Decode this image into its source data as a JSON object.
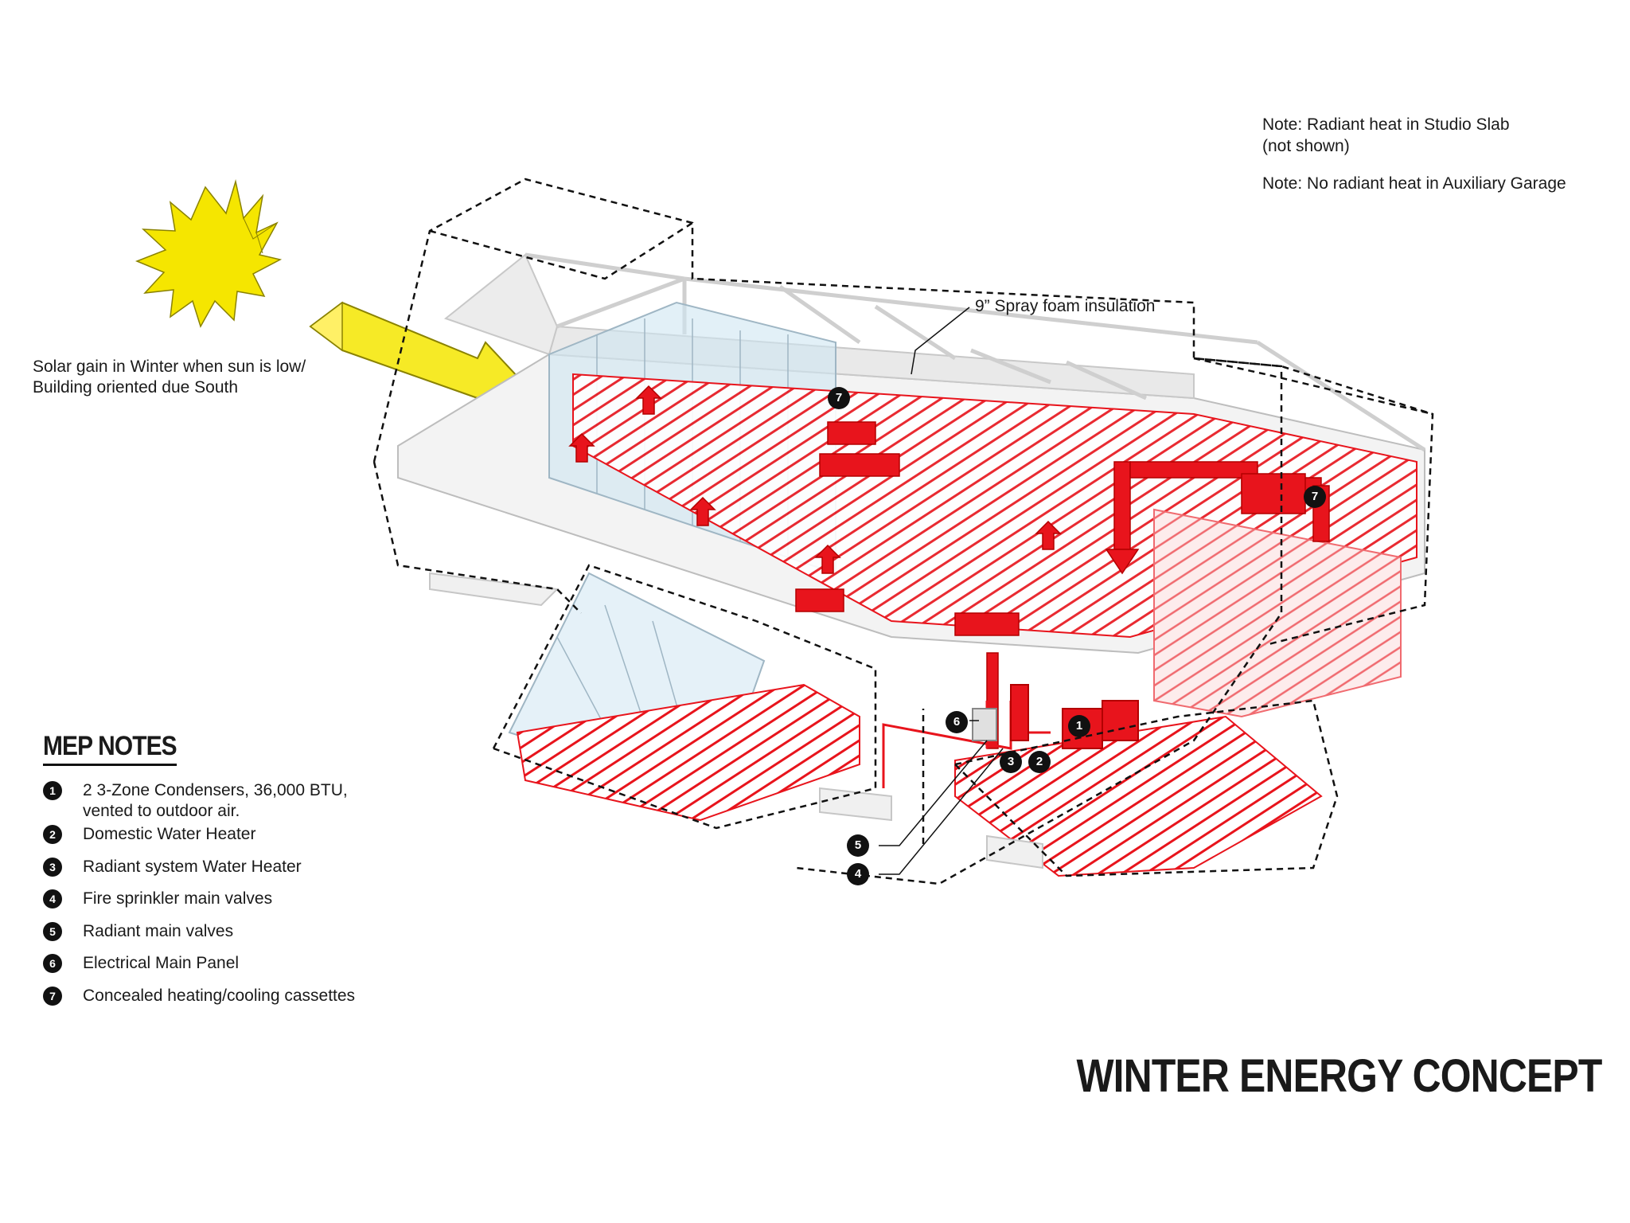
{
  "notes": {
    "radiant_studio": [
      "Note: Radiant heat in Studio Slab",
      "(not shown)"
    ],
    "no_radiant_garage": "Note: No radiant heat in Auxiliary Garage"
  },
  "solar_label": [
    "Solar gain in Winter when sun is low/",
    "Building oriented due South"
  ],
  "insulation_label": "9” Spray foam insulation",
  "mep": {
    "heading": "MEP NOTES",
    "items": [
      {
        "num": "1",
        "lines": [
          "2 3-Zone Condensers, 36,000 BTU,",
          "vented to outdoor air."
        ]
      },
      {
        "num": "2",
        "lines": [
          "Domestic Water Heater"
        ]
      },
      {
        "num": "3",
        "lines": [
          "Radiant system Water Heater"
        ]
      },
      {
        "num": "4",
        "lines": [
          "Fire sprinkler main valves"
        ]
      },
      {
        "num": "5",
        "lines": [
          "Radiant main valves"
        ]
      },
      {
        "num": "6",
        "lines": [
          "Electrical Main Panel"
        ]
      },
      {
        "num": "7",
        "lines": [
          "Concealed heating/cooling cassettes"
        ]
      }
    ]
  },
  "callouts": {
    "cassette_left": "7",
    "cassette_right": "7",
    "panel": "6",
    "condenser": "1",
    "domestic_heater": "2",
    "radiant_heater": "3",
    "radiant_valves": "5",
    "sprinkler_valves": "4"
  },
  "title": "WINTER ENERGY CONCEPT",
  "colors": {
    "heating": "#e8141c",
    "sun": "#f5e600",
    "structure": "#d9d9d9",
    "glass": "#cfe6f2"
  },
  "icons": [
    "sun-icon",
    "solar-arrow-icon"
  ]
}
